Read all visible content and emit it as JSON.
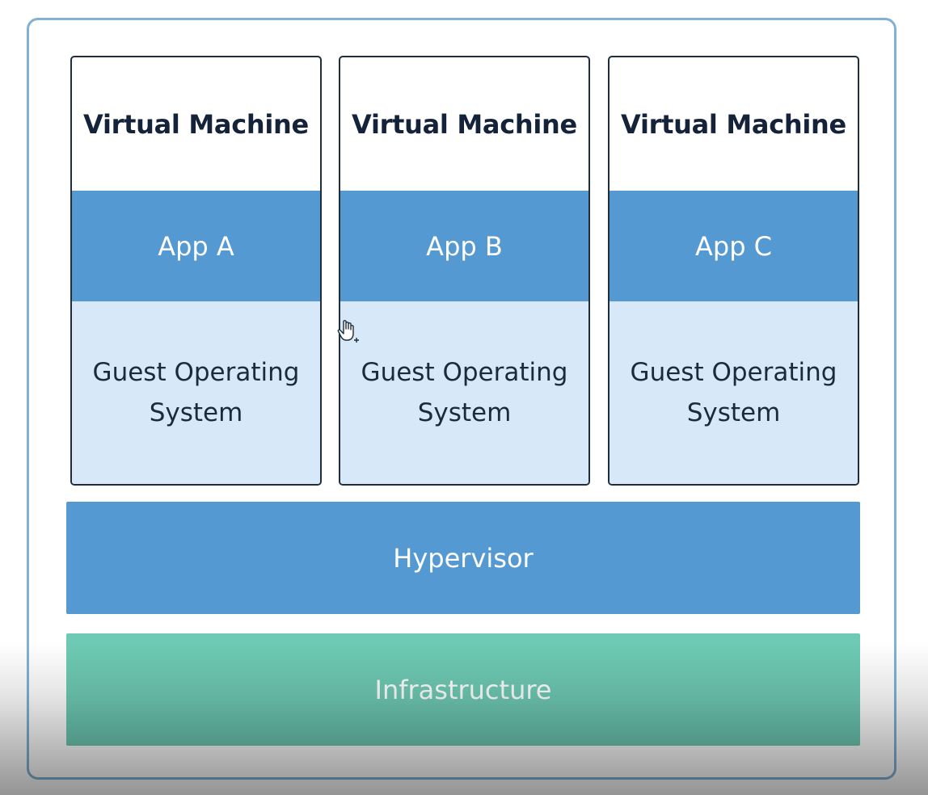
{
  "virtual_machines": [
    {
      "title": "Virtual Machine",
      "app": "App A",
      "guest_os": "Guest Operating System"
    },
    {
      "title": "Virtual Machine",
      "app": "App B",
      "guest_os": "Guest Operating System"
    },
    {
      "title": "Virtual Machine",
      "app": "App C",
      "guest_os": "Guest Operating System"
    }
  ],
  "hypervisor": {
    "label": "Hypervisor"
  },
  "infrastructure": {
    "label": "Infrastructure"
  },
  "colors": {
    "frame_border": "#7fb2d6",
    "app_layer": "#5599d3",
    "guest_os_layer": "#d7e9f8",
    "hypervisor_layer": "#5599d3",
    "infrastructure_layer": "#6ecab4",
    "title_text": "#15233a"
  },
  "cursor": {
    "icon": "hand-cursor-icon"
  }
}
